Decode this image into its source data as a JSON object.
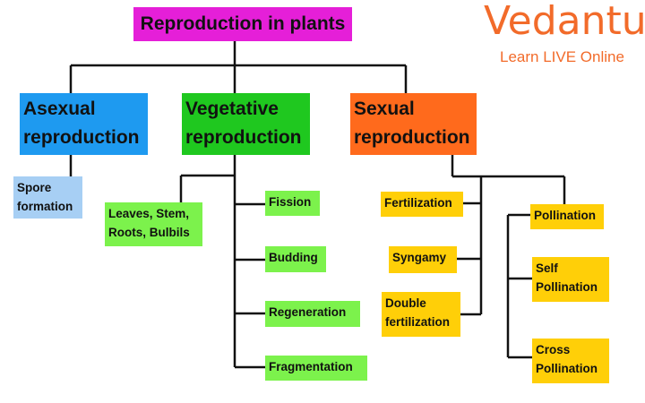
{
  "brand": {
    "name": "Vedantu",
    "tagline": "Learn LIVE Online",
    "color": "#f26b2a"
  },
  "diagram": {
    "root": "Reproduction in plants",
    "categories": {
      "asexual": "Asexual reproduction",
      "vegetative": "Vegetative reproduction",
      "sexual": "Sexual reproduction"
    },
    "asexual_items": [
      "Spore formation"
    ],
    "vegetative_items": [
      "Leaves, Stem, Roots, Bulbils",
      "Fission",
      "Budding",
      "Regeneration",
      "Fragmentation"
    ],
    "sexual_items": [
      "Fertilization",
      "Syngamy",
      "Double fertilization"
    ],
    "pollination": {
      "label": "Pollination",
      "types": [
        "Self Pollination",
        "Cross Pollination"
      ]
    }
  },
  "colors": {
    "root": "#e51fd8",
    "asexual": "#1e9af0",
    "vegetative": "#1fc81f",
    "sexual": "#ff6a1c",
    "asexual_items": "#a7cff4",
    "vegetative_items": "#7cf24c",
    "sexual_items": "#ffcf08"
  }
}
